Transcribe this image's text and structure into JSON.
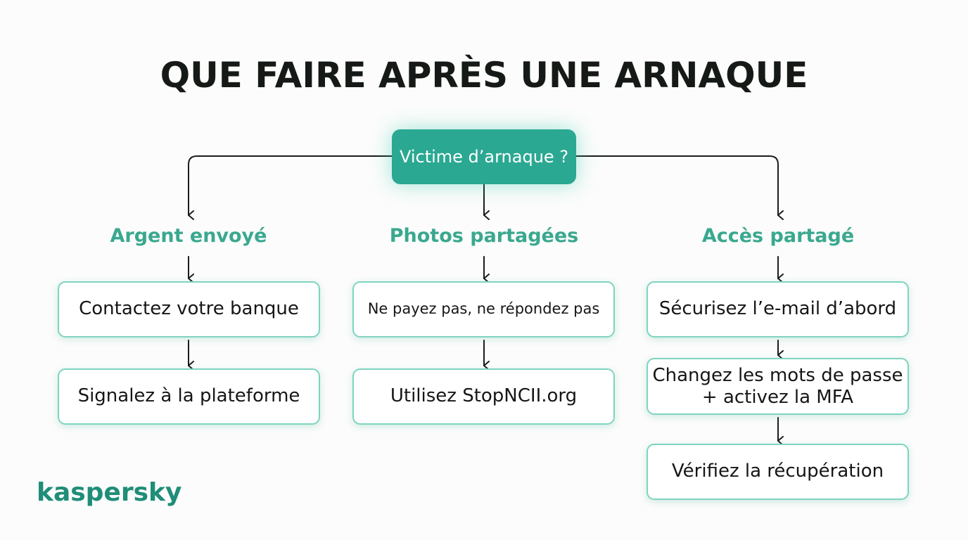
{
  "title": "QUE FAIRE APRÈS UNE ARNAQUE",
  "root": {
    "label": "Victime d’arnaque ?"
  },
  "branches": [
    {
      "label": "Argent envoyé",
      "steps": [
        "Contactez votre banque",
        "Signalez à la plateforme"
      ]
    },
    {
      "label": "Photos partagées",
      "steps": [
        "Ne payez pas, ne répondez pas",
        "Utilisez StopNCII.org"
      ]
    },
    {
      "label": "Accès partagé",
      "steps": [
        "Sécurisez l’e-mail d’abord",
        "Changez les mots de passe\n+ activez la MFA",
        "Vérifiez la récupération"
      ]
    }
  ],
  "logo": "kaspersky",
  "colors": {
    "accent": "#2aa892",
    "branch_text": "#3aa88f",
    "box_border": "#7fd4c0",
    "logo": "#1f8d78"
  }
}
